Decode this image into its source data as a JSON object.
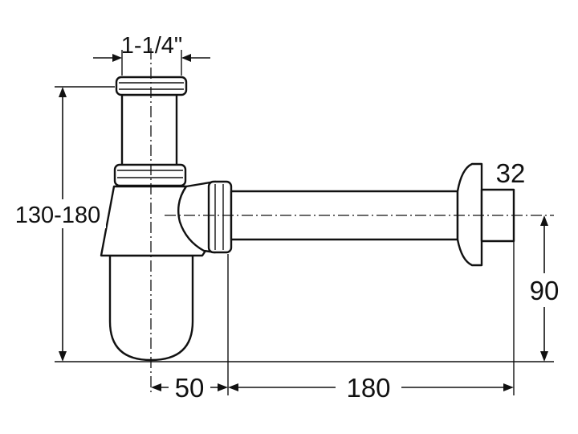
{
  "dimensions": {
    "inlet_diameter": "1-1/4\"",
    "height_range": "130-180",
    "outlet_diameter": "32",
    "outlet_height": "90",
    "body_offset": "50",
    "outlet_length": "180"
  }
}
